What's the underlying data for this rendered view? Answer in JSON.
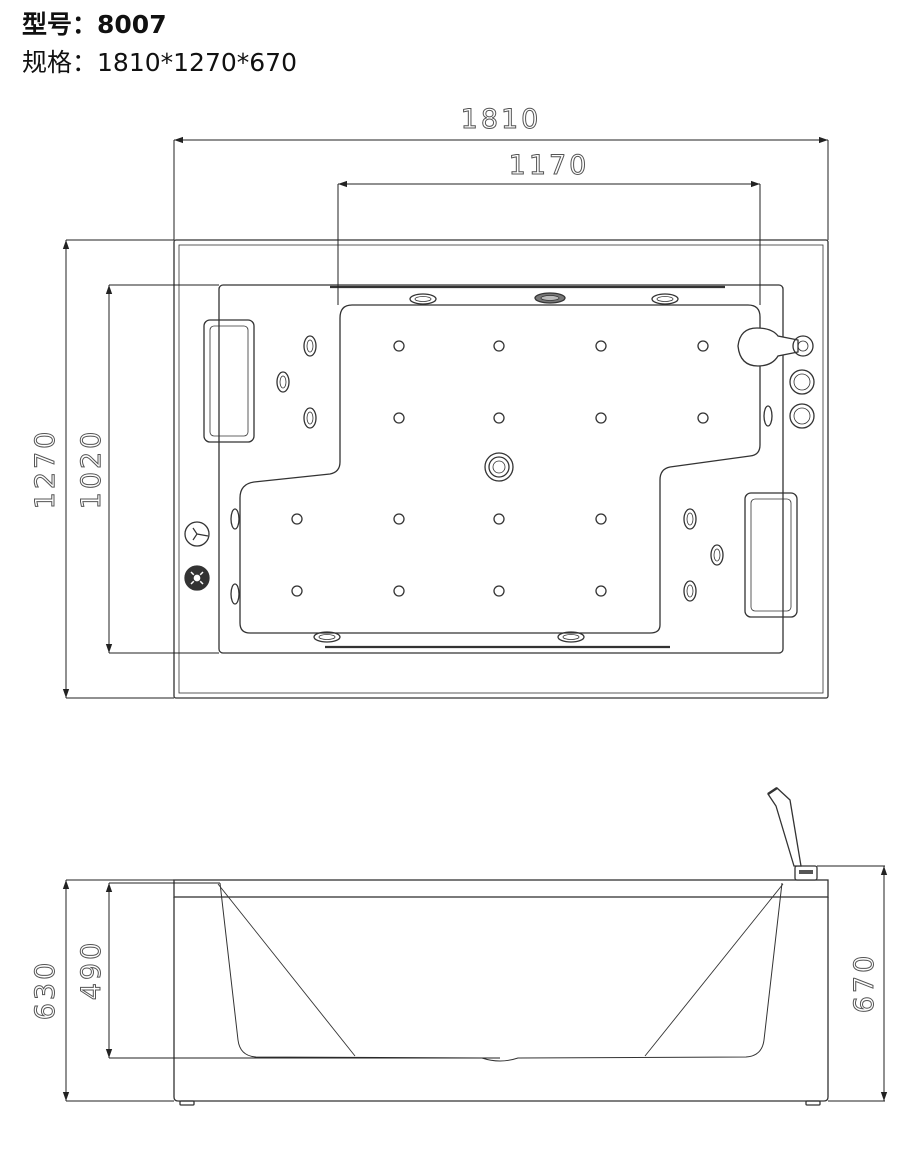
{
  "header": {
    "model_label": "型号：",
    "model_value": "8007",
    "spec_label": "规格：",
    "spec_value": "1810*1270*670"
  },
  "dimensions": {
    "overall_length": "1810",
    "inner_length": "1170",
    "overall_width": "1270",
    "inner_width": "1020",
    "side_height": "630",
    "inner_depth": "490",
    "total_height": "670"
  }
}
